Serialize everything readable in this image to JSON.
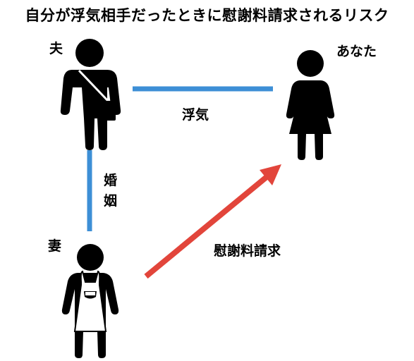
{
  "title": "自分が浮気相手だったときに慰謝料請求されるリスク",
  "labels": {
    "husband": "夫",
    "you": "あなた",
    "wife": "妻",
    "affair": "浮気",
    "marriage_1": "婚",
    "marriage_2": "姻",
    "claim": "慰謝料請求"
  },
  "colors": {
    "relation_line": "#3d8fd6",
    "claim_arrow": "#e2453b",
    "figure": "#000000"
  }
}
